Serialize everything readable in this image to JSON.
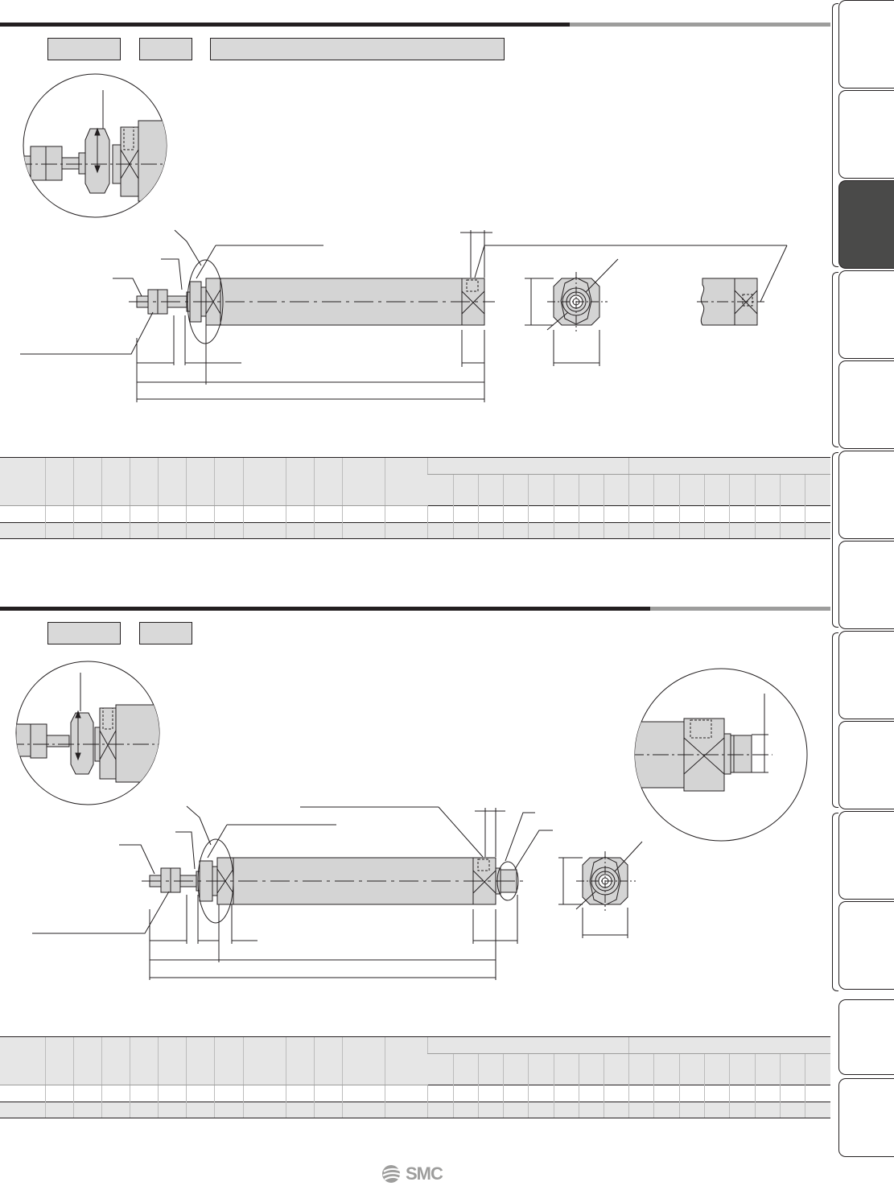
{
  "logo": {
    "text": "SMC"
  },
  "tables": [
    {
      "rows": 2,
      "group_columns": 16
    },
    {
      "rows": 2,
      "group_columns": 16
    }
  ],
  "side_tabs": {
    "count": 13,
    "active_index": 2
  },
  "colors": {
    "ink": "#231f20",
    "rule_grey": "#9d9d9c",
    "header_fill": "#e6e6e6",
    "tag_fill": "#d9d9d9",
    "body_fill": "#d4d4d4",
    "active_tab": "#4a4a49"
  }
}
